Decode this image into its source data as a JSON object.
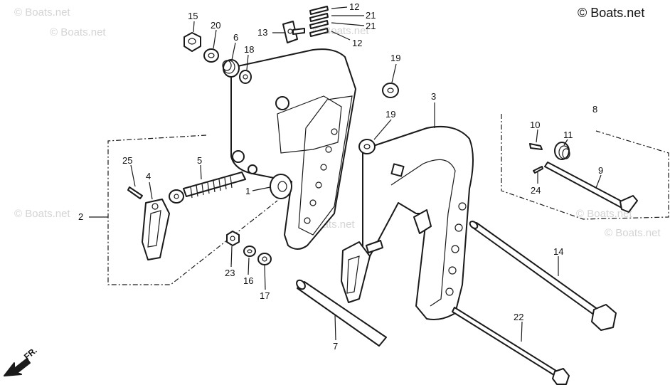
{
  "copyright": "© Boats.net",
  "watermark": "© Boats.net",
  "direction_label": "FR.",
  "callouts": {
    "c1": "1",
    "c2": "2",
    "c3": "3",
    "c4": "4",
    "c5": "5",
    "c6": "6",
    "c7": "7",
    "c8": "8",
    "c9": "9",
    "c10": "10",
    "c11": "11",
    "c12a": "12",
    "c12b": "12",
    "c13": "13",
    "c14": "14",
    "c15": "15",
    "c16": "16",
    "c17": "17",
    "c18": "18",
    "c19a": "19",
    "c19b": "19",
    "c20": "20",
    "c21a": "21",
    "c21b": "21",
    "c22": "22",
    "c23": "23",
    "c24": "24",
    "c25": "25"
  }
}
